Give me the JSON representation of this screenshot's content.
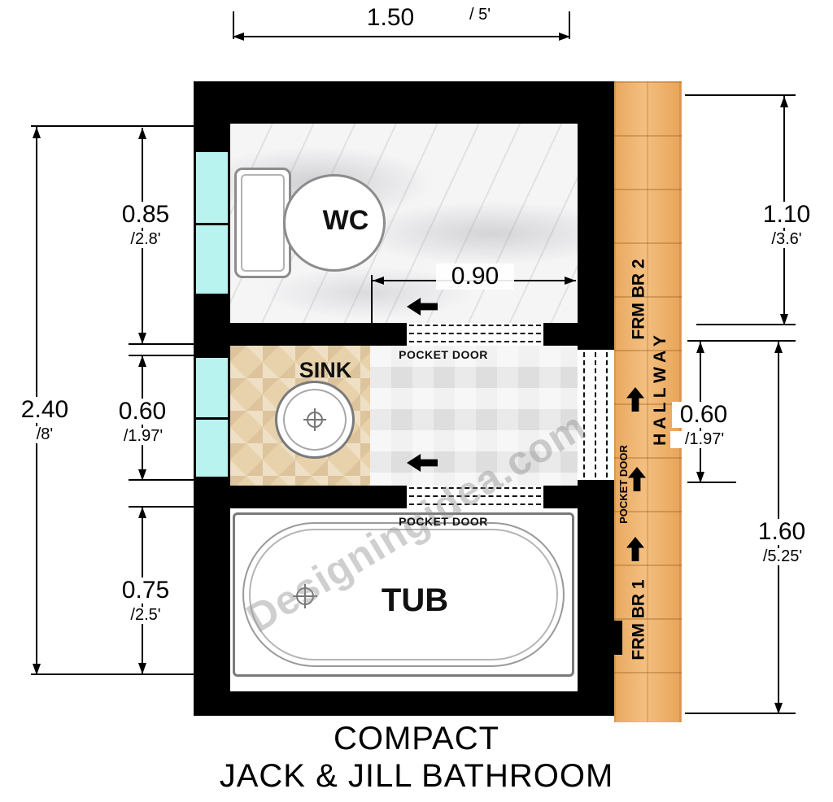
{
  "title": {
    "line1": "COMPACT",
    "line2": "JACK & JILL BATHROOM"
  },
  "watermark": "Designingidea.com",
  "rooms": {
    "wc": "WC",
    "sink": "SINK",
    "tub": "TUB"
  },
  "hallway_labels": {
    "from_br2": "FRM BR 2",
    "hallway": "H A L L W A Y",
    "pocket_door": "POCKET DOOR",
    "from_br1": "FRM BR 1"
  },
  "door_labels": {
    "top": "POCKET DOOR",
    "mid": "POCKET DOOR"
  },
  "dims": {
    "top": {
      "m": "1.50",
      "ft": "/ 5'"
    },
    "overall": {
      "m": "2.40",
      "ft": "/8'"
    },
    "wc": {
      "m": "0.85",
      "ft": "/2.8'"
    },
    "sink": {
      "m": "0.60",
      "ft": "/1.97'"
    },
    "tub": {
      "m": "0.75",
      "ft": "/2.5'"
    },
    "right_top": {
      "m": "1.10",
      "ft": "/3.6'"
    },
    "right_door": {
      "m": "0.60",
      "ft": "/1.97'"
    },
    "right_bottom": {
      "m": "1.60",
      "ft": "/5.25'"
    },
    "wc_door": {
      "m": "0.90"
    }
  },
  "colors": {
    "wall": "#000000",
    "window": "#b9f3ef",
    "wood": "#eaa85c",
    "tile_tan": "#e8d2ac"
  }
}
